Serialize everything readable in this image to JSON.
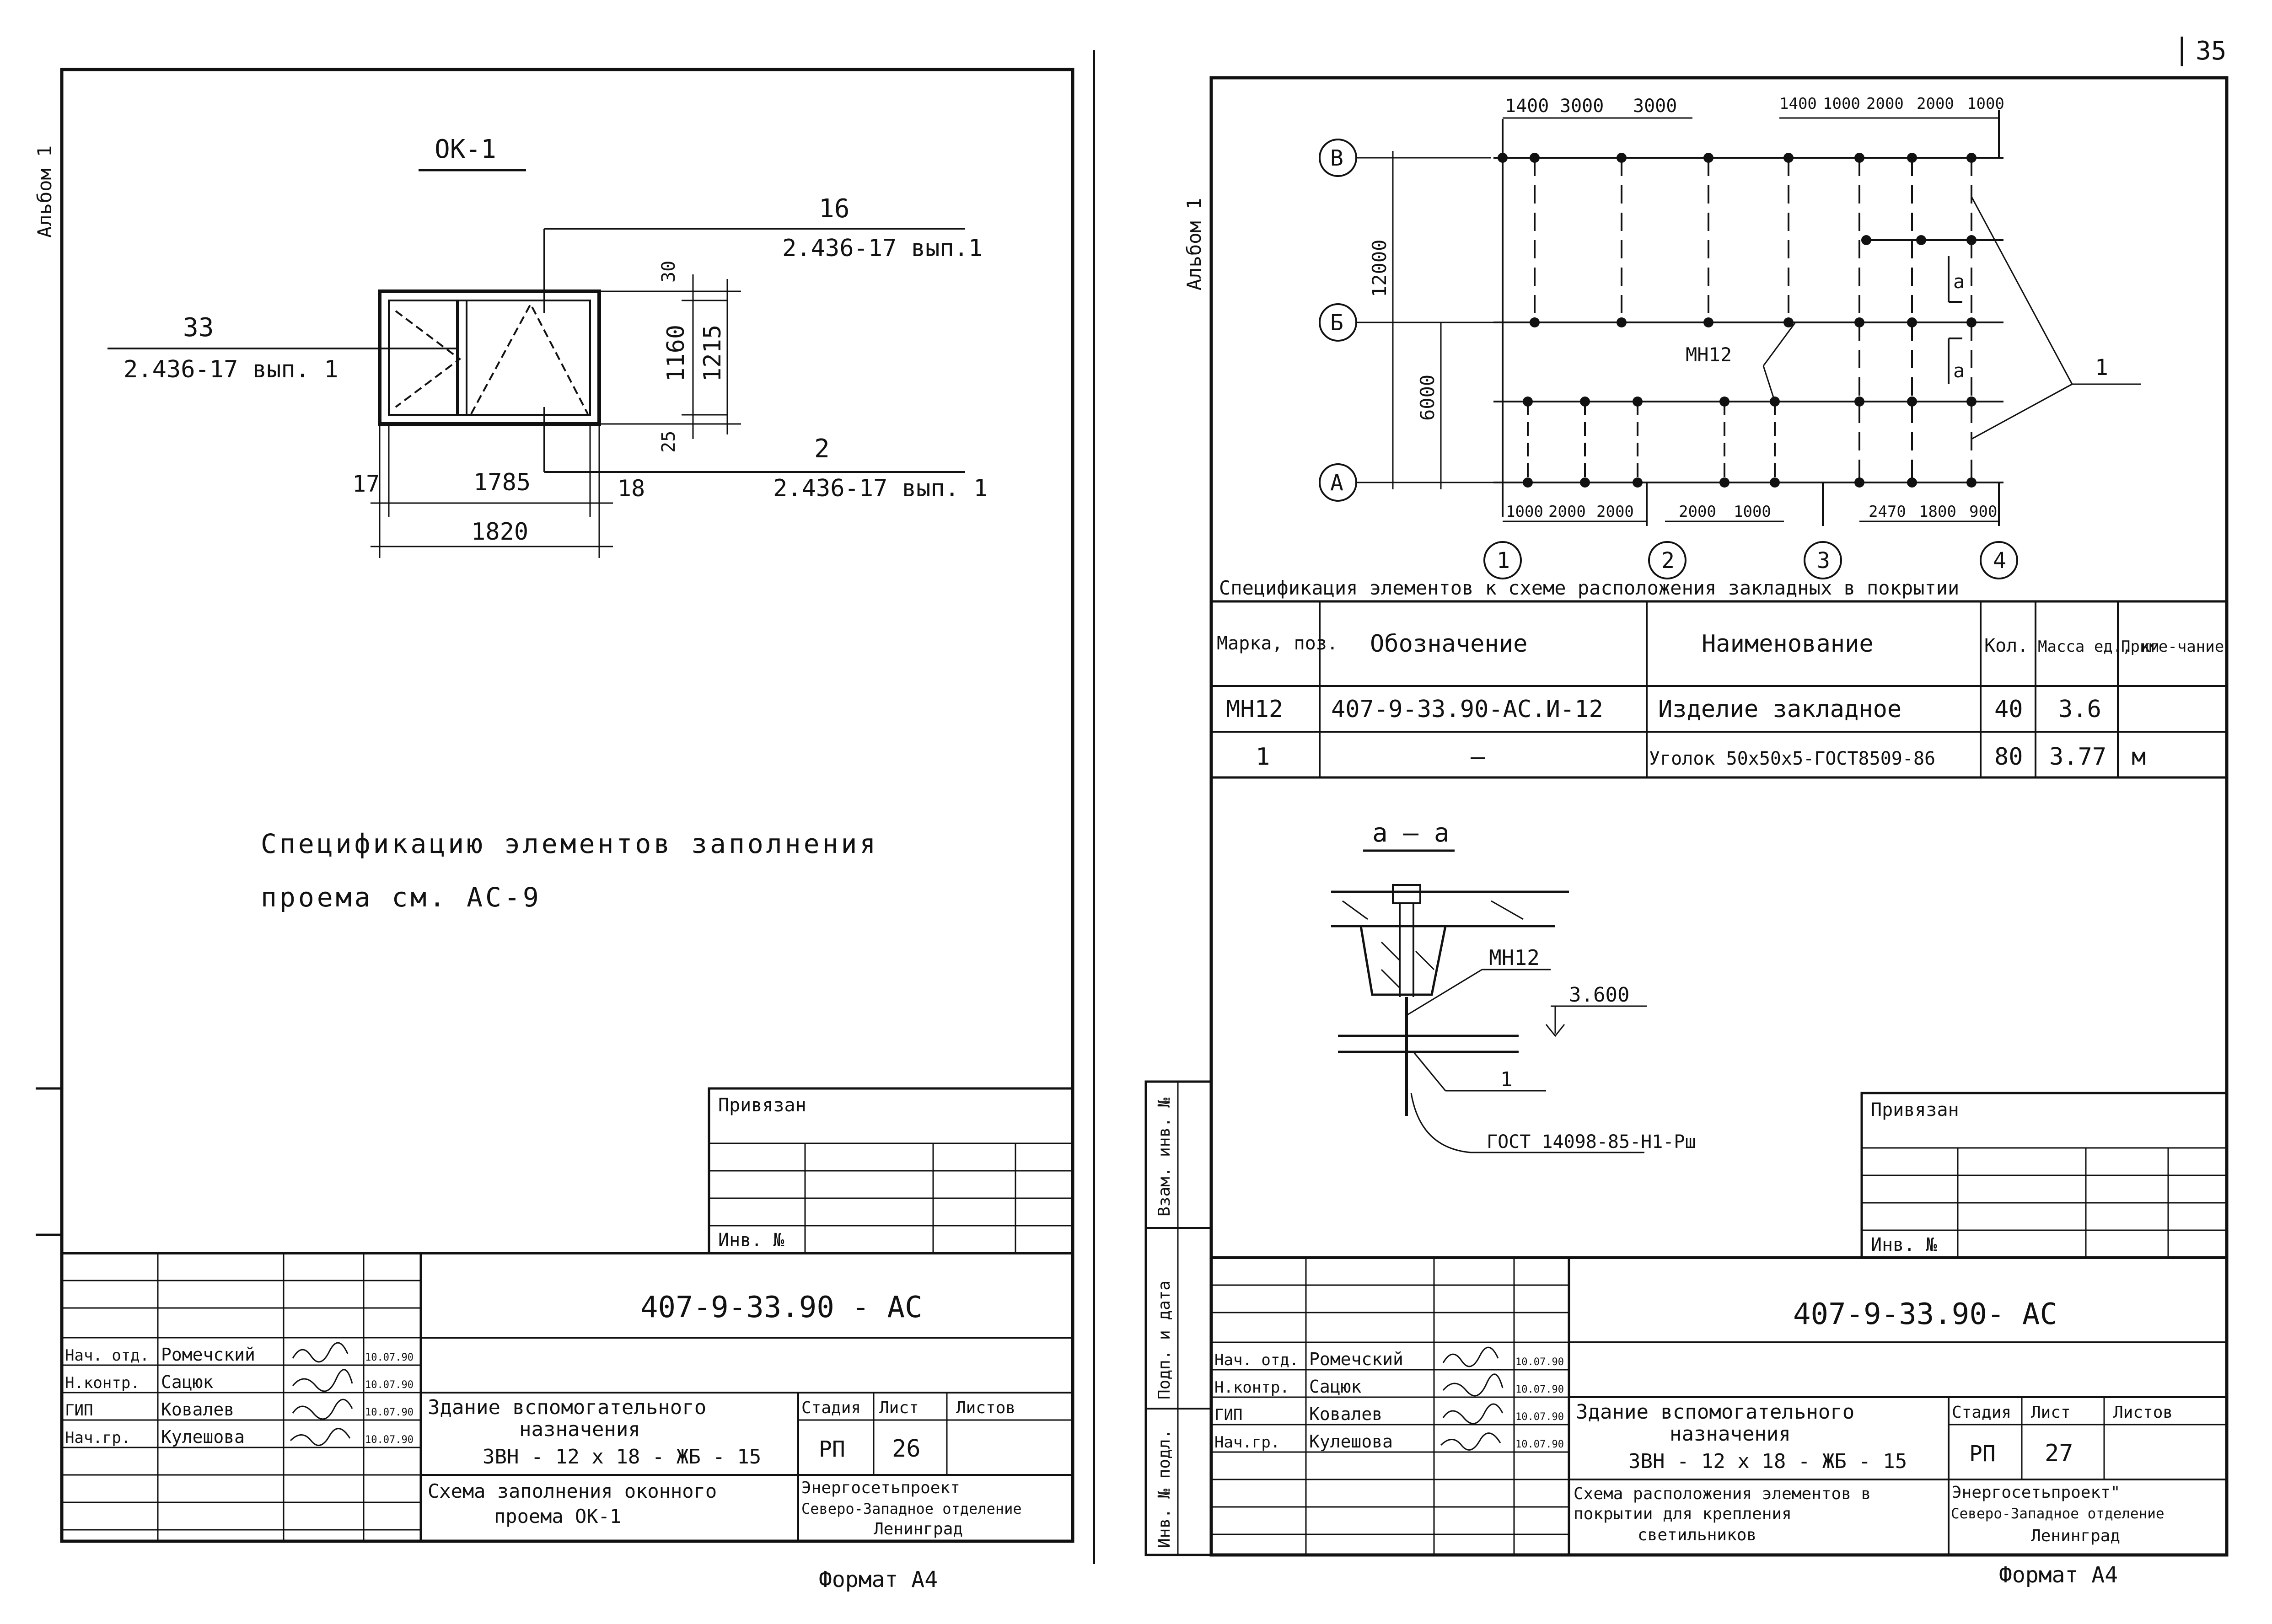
{
  "page_number": "35",
  "left_sheet": {
    "album": "Альбом 1",
    "view_title": "ОК-1",
    "callouts": [
      {
        "top": "16",
        "bottom": "2.436-17 вып.1"
      },
      {
        "top": "33",
        "bottom": "2.436-17 вып. 1"
      },
      {
        "top": "2",
        "bottom": "2.436-17 вып. 1"
      }
    ],
    "dimensions": {
      "top_gap": "30",
      "glass_height": "1160",
      "total_height": "1215",
      "bottom_gap": "25",
      "left_gap": "17",
      "glass_width": "1785",
      "right_gap": "18",
      "total_width": "1820"
    },
    "note_line1": "Спецификацию элементов заполнения",
    "note_line2": "проема см. АС-9",
    "privyazan": "Привязан",
    "inv_no": "Инв. №",
    "stamp": {
      "code": "407-9-33.90 - АС",
      "rows": [
        {
          "role": "Нач. отд.",
          "name": "Ромечский",
          "date": "10.07.90"
        },
        {
          "role": "Н.контр.",
          "name": "Сацюк",
          "date": "10.07.90"
        },
        {
          "role": "ГИП",
          "name": "Ковалев",
          "date": "10.07.90"
        },
        {
          "role": "Нач.гр.",
          "name": "Кулешова",
          "date": "10.07.90"
        }
      ],
      "building_title_1": "Здание вспомогательного",
      "building_title_2": "назначения",
      "building_title_3": "3ВН - 12 х 18 - ЖБ - 15",
      "sheet_title_1": "Схема заполнения оконного",
      "sheet_title_2": "проема ОК-1",
      "stage_label": "Стадия",
      "sheet_label": "Лист",
      "sheets_label": "Листов",
      "stage": "РП",
      "sheet": "26",
      "org_1": "Энергосетьпроект",
      "org_2": "Северо-Западное отделение",
      "org_3": "Ленинград"
    },
    "format": "Формат А4"
  },
  "right_sheet": {
    "album": "Альбом 1",
    "side_labels": [
      "Взам. инв. №",
      "Подп. и дата",
      "Инв. № подл."
    ],
    "top_dims_left": [
      "1400",
      "3000",
      "3000"
    ],
    "top_dims_right": [
      "1400",
      "1000",
      "2000",
      "2000",
      "1000"
    ],
    "bottom_dims_left": [
      "1000",
      "2000",
      "2000"
    ],
    "bottom_dims_mid": [
      "2000",
      "1000"
    ],
    "bottom_dims_right": [
      "2470",
      "1800",
      "900"
    ],
    "row_axes": [
      "В",
      "Б",
      "А"
    ],
    "col_axes": [
      "1",
      "2",
      "3",
      "4"
    ],
    "height_total": "12000",
    "height_lower": "6000",
    "item_label": "МН12",
    "angle_label": "1",
    "section_marks": [
      "а",
      "а"
    ],
    "spec_title": "Спецификация элементов к схеме расположения закладных в покрытии",
    "spec_headers": [
      "Марка, поз.",
      "Обозначение",
      "Наименование",
      "Кол.",
      "Масса ед., кг",
      "Приме-чание"
    ],
    "spec_rows": [
      [
        "МН12",
        "407-9-33.90-АС.И-12",
        "Изделие закладное",
        "40",
        "3.6",
        ""
      ],
      [
        "1",
        "—",
        "Уголок 50х50х5-ГОСТ8509-86",
        "80",
        "3.77",
        "м"
      ]
    ],
    "section_title": "а – а",
    "section_item": "МН12",
    "section_level": "3.600",
    "section_angle": "1",
    "section_gost": "ГОСТ 14098-85-Н1-Рш",
    "privyazan": "Привязан",
    "inv_no": "Инв. №",
    "stamp": {
      "code": "407-9-33.90- АС",
      "rows": [
        {
          "role": "Нач. отд.",
          "name": "Ромечский",
          "date": "10.07.90"
        },
        {
          "role": "Н.контр.",
          "name": "Сацюк",
          "date": "10.07.90"
        },
        {
          "role": "ГИП",
          "name": "Ковалев",
          "date": "10.07.90"
        },
        {
          "role": "Нач.гр.",
          "name": "Кулешова",
          "date": "10.07.90"
        }
      ],
      "building_title_1": "Здание вспомогательного",
      "building_title_2": "назначения",
      "building_title_3": "3ВН - 12 х 18 - ЖБ - 15",
      "sheet_title_1": "Схема расположения элементов в",
      "sheet_title_2": "покрытии для крепления",
      "sheet_title_3": "светильников",
      "stage_label": "Стадия",
      "sheet_label": "Лист",
      "sheets_label": "Листов",
      "stage": "РП",
      "sheet": "27",
      "org_1": "Энергосетьпроект\"",
      "org_2": "Северо-Западное отделение",
      "org_3": "Ленинград"
    },
    "format": "Формат А4"
  }
}
